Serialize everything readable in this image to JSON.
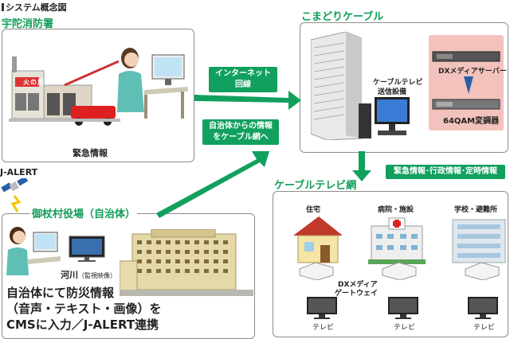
{
  "page": {
    "title": "システム概念図"
  },
  "fire": {
    "title": "宇陀消防署",
    "caption": "緊急情報",
    "sign": "火の用心"
  },
  "jalert": {
    "label": "J-ALERT"
  },
  "village": {
    "title": "御杖村役場（自治体）",
    "monitor_label": "河川",
    "monitor_sub": "（監視映像）",
    "desc": [
      "自治体にて防災情報",
      "（音声・テキスト・画像）を",
      "CMSに入力／J-ALERT連携"
    ]
  },
  "cable": {
    "title": "こまどりケーブル",
    "tx_label": [
      "ケーブルテレビ",
      "送信設備"
    ],
    "server_label": "DXメディアサーバー",
    "modulator_label": "64QAM変調器"
  },
  "arrows": {
    "internet": [
      "インターネット",
      "回線"
    ],
    "municipal": [
      "自治体からの情報",
      "をケーブル網へ"
    ],
    "broadcast": "緊急情報･行政情報･定時情報"
  },
  "network": {
    "title": "ケーブルテレビ網",
    "sites": [
      "住宅",
      "病院・施設",
      "学校・避難所"
    ],
    "gateway": [
      "DXメディア",
      "ゲートウェイ"
    ],
    "tv": "テレビ"
  },
  "colors": {
    "accent": "#0f9d58",
    "arrow": "#11a05e",
    "server_bg": "#f3c2bd"
  }
}
